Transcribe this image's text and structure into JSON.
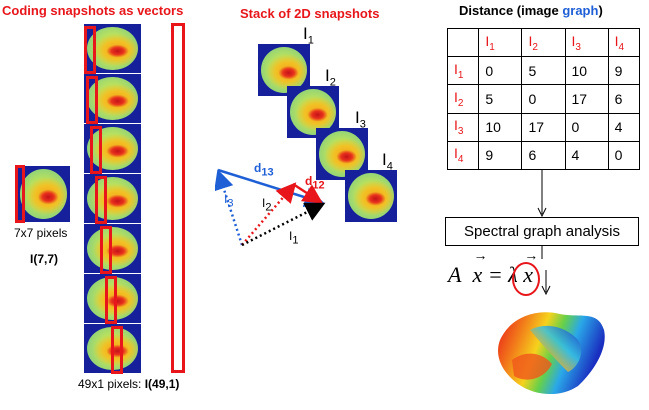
{
  "titles": {
    "coding": "Coding snapshots as vectors",
    "stack": "Stack of 2D snapshots",
    "distance_prefix": "Distance (image ",
    "distance_graph": "graph",
    "distance_suffix": ")"
  },
  "left": {
    "pixels_label": "7x7 pixels",
    "image_label": "I(7,7)",
    "column_label_text": "49x1 pixels: ",
    "column_label_bold": "I(49,1)"
  },
  "stack": {
    "labels": [
      "I",
      "I",
      "I",
      "I"
    ],
    "subs": [
      "1",
      "2",
      "3",
      "4"
    ],
    "vectors": {
      "d13": "d",
      "d13_sub": "13",
      "d12": "d",
      "d12_sub": "12",
      "i1": "I",
      "i1_sub": "1",
      "i2": "I",
      "i2_sub": "2",
      "i3": "I",
      "i3_sub": "3"
    }
  },
  "table": {
    "header_sym": "I",
    "cols": [
      "1",
      "2",
      "3",
      "4"
    ],
    "rows": [
      {
        "sub": "1",
        "vals": [
          "0",
          "5",
          "10",
          "9"
        ]
      },
      {
        "sub": "2",
        "vals": [
          "5",
          "0",
          "17",
          "6"
        ]
      },
      {
        "sub": "3",
        "vals": [
          "10",
          "17",
          "0",
          "4"
        ]
      },
      {
        "sub": "4",
        "vals": [
          "9",
          "6",
          "4",
          "0"
        ]
      }
    ]
  },
  "spectral": {
    "box_label": "Spectral graph analysis",
    "eq_A": "A",
    "eq_x1": "x",
    "eq_mid": " = λ ",
    "eq_x2": "x"
  },
  "colors": {
    "red": "#e8161b",
    "blue": "#1f5fd6",
    "snapshot_bg": "#15209a"
  }
}
